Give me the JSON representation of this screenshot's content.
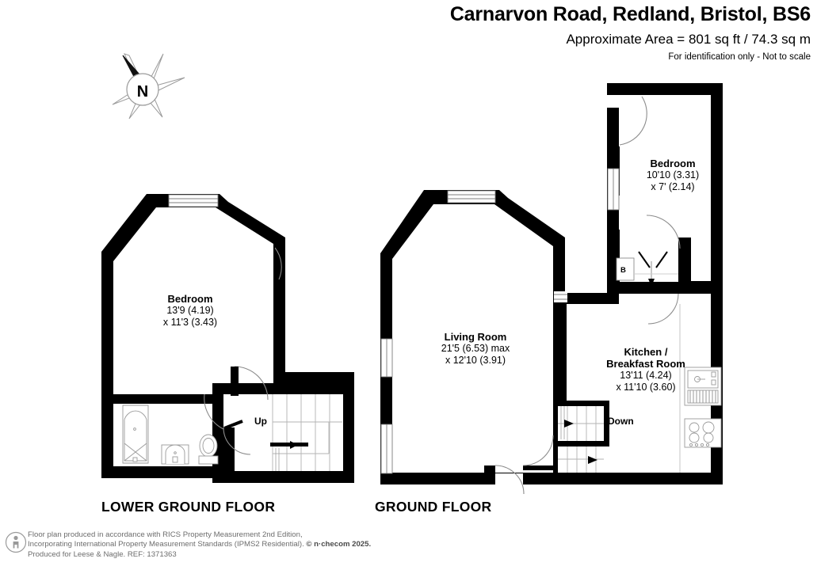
{
  "header": {
    "title": "Carnarvon Road, Redland, Bristol, BS6",
    "area": "Approximate Area = 801 sq ft / 74.3 sq m",
    "notice": "For identification only - Not to scale"
  },
  "compass": {
    "north_label": "N"
  },
  "floors": [
    {
      "key": "lower",
      "caption": "LOWER GROUND FLOOR"
    },
    {
      "key": "ground",
      "caption": "GROUND FLOOR"
    }
  ],
  "rooms": {
    "bedroom_lower": {
      "name": "Bedroom",
      "dim1": "13'9 (4.19)",
      "dim2": "x 11'3 (3.43)"
    },
    "living_room": {
      "name": "Living Room",
      "dim1": "21'5 (6.53) max",
      "dim2": "x 12'10 (3.91)"
    },
    "kitchen": {
      "name_line1": "Kitchen /",
      "name_line2": "Breakfast Room",
      "dim1": "13'11 (4.24)",
      "dim2": "x 11'10 (3.60)"
    },
    "bedroom_ground": {
      "name": "Bedroom",
      "dim1": "10'10 (3.31)",
      "dim2": "x 7' (2.14)"
    }
  },
  "annotations": {
    "stairs_up": "Up",
    "stairs_down": "Down",
    "cupboard_b": "B"
  },
  "footer": {
    "line1": "Floor plan produced in accordance with RICS Property Measurement 2nd Edition,",
    "line2a": "Incorporating International Property Measurement Standards (IPMS2 Residential).",
    "line2b": "© n·checom 2025.",
    "line3": "Produced for Leese & Nagle.   REF:  1371363"
  },
  "colors": {
    "wall": "#000000",
    "paper": "#ffffff",
    "fixture_line": "#9a9a9a",
    "footer_text": "#6d6d6d"
  }
}
